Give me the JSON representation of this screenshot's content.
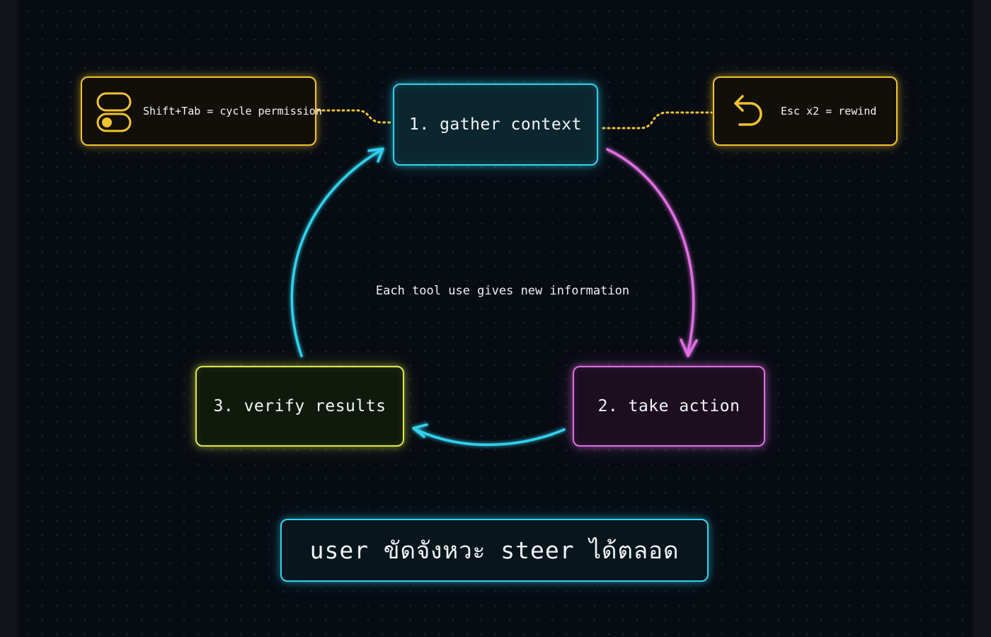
{
  "steps": [
    {
      "label": "1. gather context",
      "color": "#31d2ee"
    },
    {
      "label": "2. take action",
      "color": "#e06ee4"
    },
    {
      "label": "3. verify results",
      "color": "#dde84a"
    }
  ],
  "shortcuts": {
    "shift_tab": {
      "label": "Shift+Tab = cycle permission",
      "icon": "toggle-icon"
    },
    "esc": {
      "label": "Esc x2 = rewind",
      "icon": "undo-icon"
    }
  },
  "caption": "Each tool use gives new information",
  "banner": "user ขัดจังหวะ steer ได้ตลอด",
  "colors": {
    "background": "#070b12",
    "cyan": "#31d2ee",
    "magenta": "#e06ee4",
    "yellow": "#dde84a",
    "gold": "#f1c232"
  }
}
